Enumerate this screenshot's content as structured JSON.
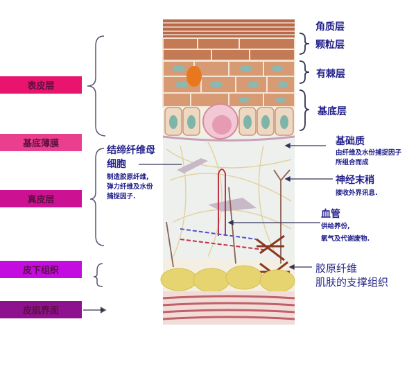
{
  "left_labels": {
    "epidermis": "表皮层",
    "basement_membrane": "基底薄膜",
    "dermis": "真皮层",
    "subcutaneous": "皮下组织",
    "skin_muscle_interface": "皮肌界面"
  },
  "epidermis_layers": {
    "stratum_corneum": "角质层",
    "stratum_granulosum": "颗粒层",
    "stratum_spinosum": "有棘层",
    "stratum_basale": "基底层"
  },
  "fibroblast": {
    "title_line1": "结缔纤维母",
    "title_line2": "细胞",
    "desc_line1": "制造胶原纤维,",
    "desc_line2": "弹力纤维及水份",
    "desc_line3": "捕捉因子."
  },
  "ground_substance": {
    "title": "基础质",
    "desc_line1": "由纤维及水份捕捉因子",
    "desc_line2": "所组合而成"
  },
  "nerve_endings": {
    "title": "神经末稍",
    "desc": "接收外界讯息."
  },
  "blood_vessel": {
    "title": "血管",
    "desc_line1": "供给养份,",
    "desc_line2": "氧气及代谢废物."
  },
  "collagen": {
    "title": "胶原纤维",
    "desc": "肌肤的支撑组织"
  },
  "colors": {
    "epidermis": "#e8146e",
    "basement_membrane": "#ea3f8e",
    "dermis": "#cc1292",
    "subcutaneous": "#c20ce0",
    "interface": "#8e128e",
    "label_text": "#22208a"
  }
}
